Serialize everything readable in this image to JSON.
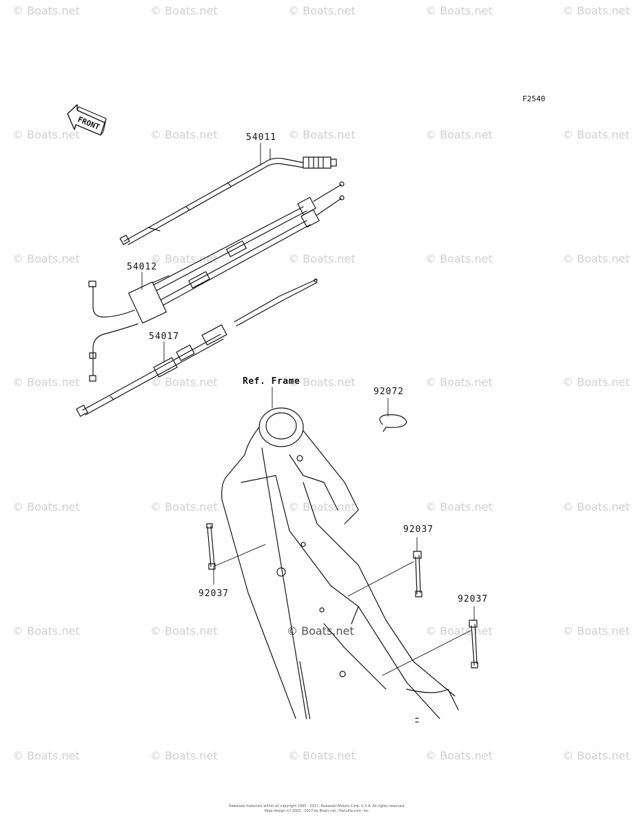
{
  "watermark": "© Boats.net",
  "figure_code": "F2540",
  "front_label": "FRONT",
  "ref_label": "Ref. Frame",
  "parts": [
    {
      "id": "54011"
    },
    {
      "id": "54012"
    },
    {
      "id": "54017"
    },
    {
      "id": "92072"
    },
    {
      "id": "92037"
    },
    {
      "id": "92037"
    },
    {
      "id": "92037"
    }
  ],
  "copyright_lines": [
    "Kawasaki materials within all copyright 1995 - 2017, Kawasaki Motors Corp. U.S.A. All rights reserved.",
    "Page design (c) 2003 - 2017 by Boats.net / Partzilla.com, Inc."
  ],
  "colors": {
    "line": "#111111",
    "watermark": "#cfcfcf",
    "background": "#ffffff"
  }
}
